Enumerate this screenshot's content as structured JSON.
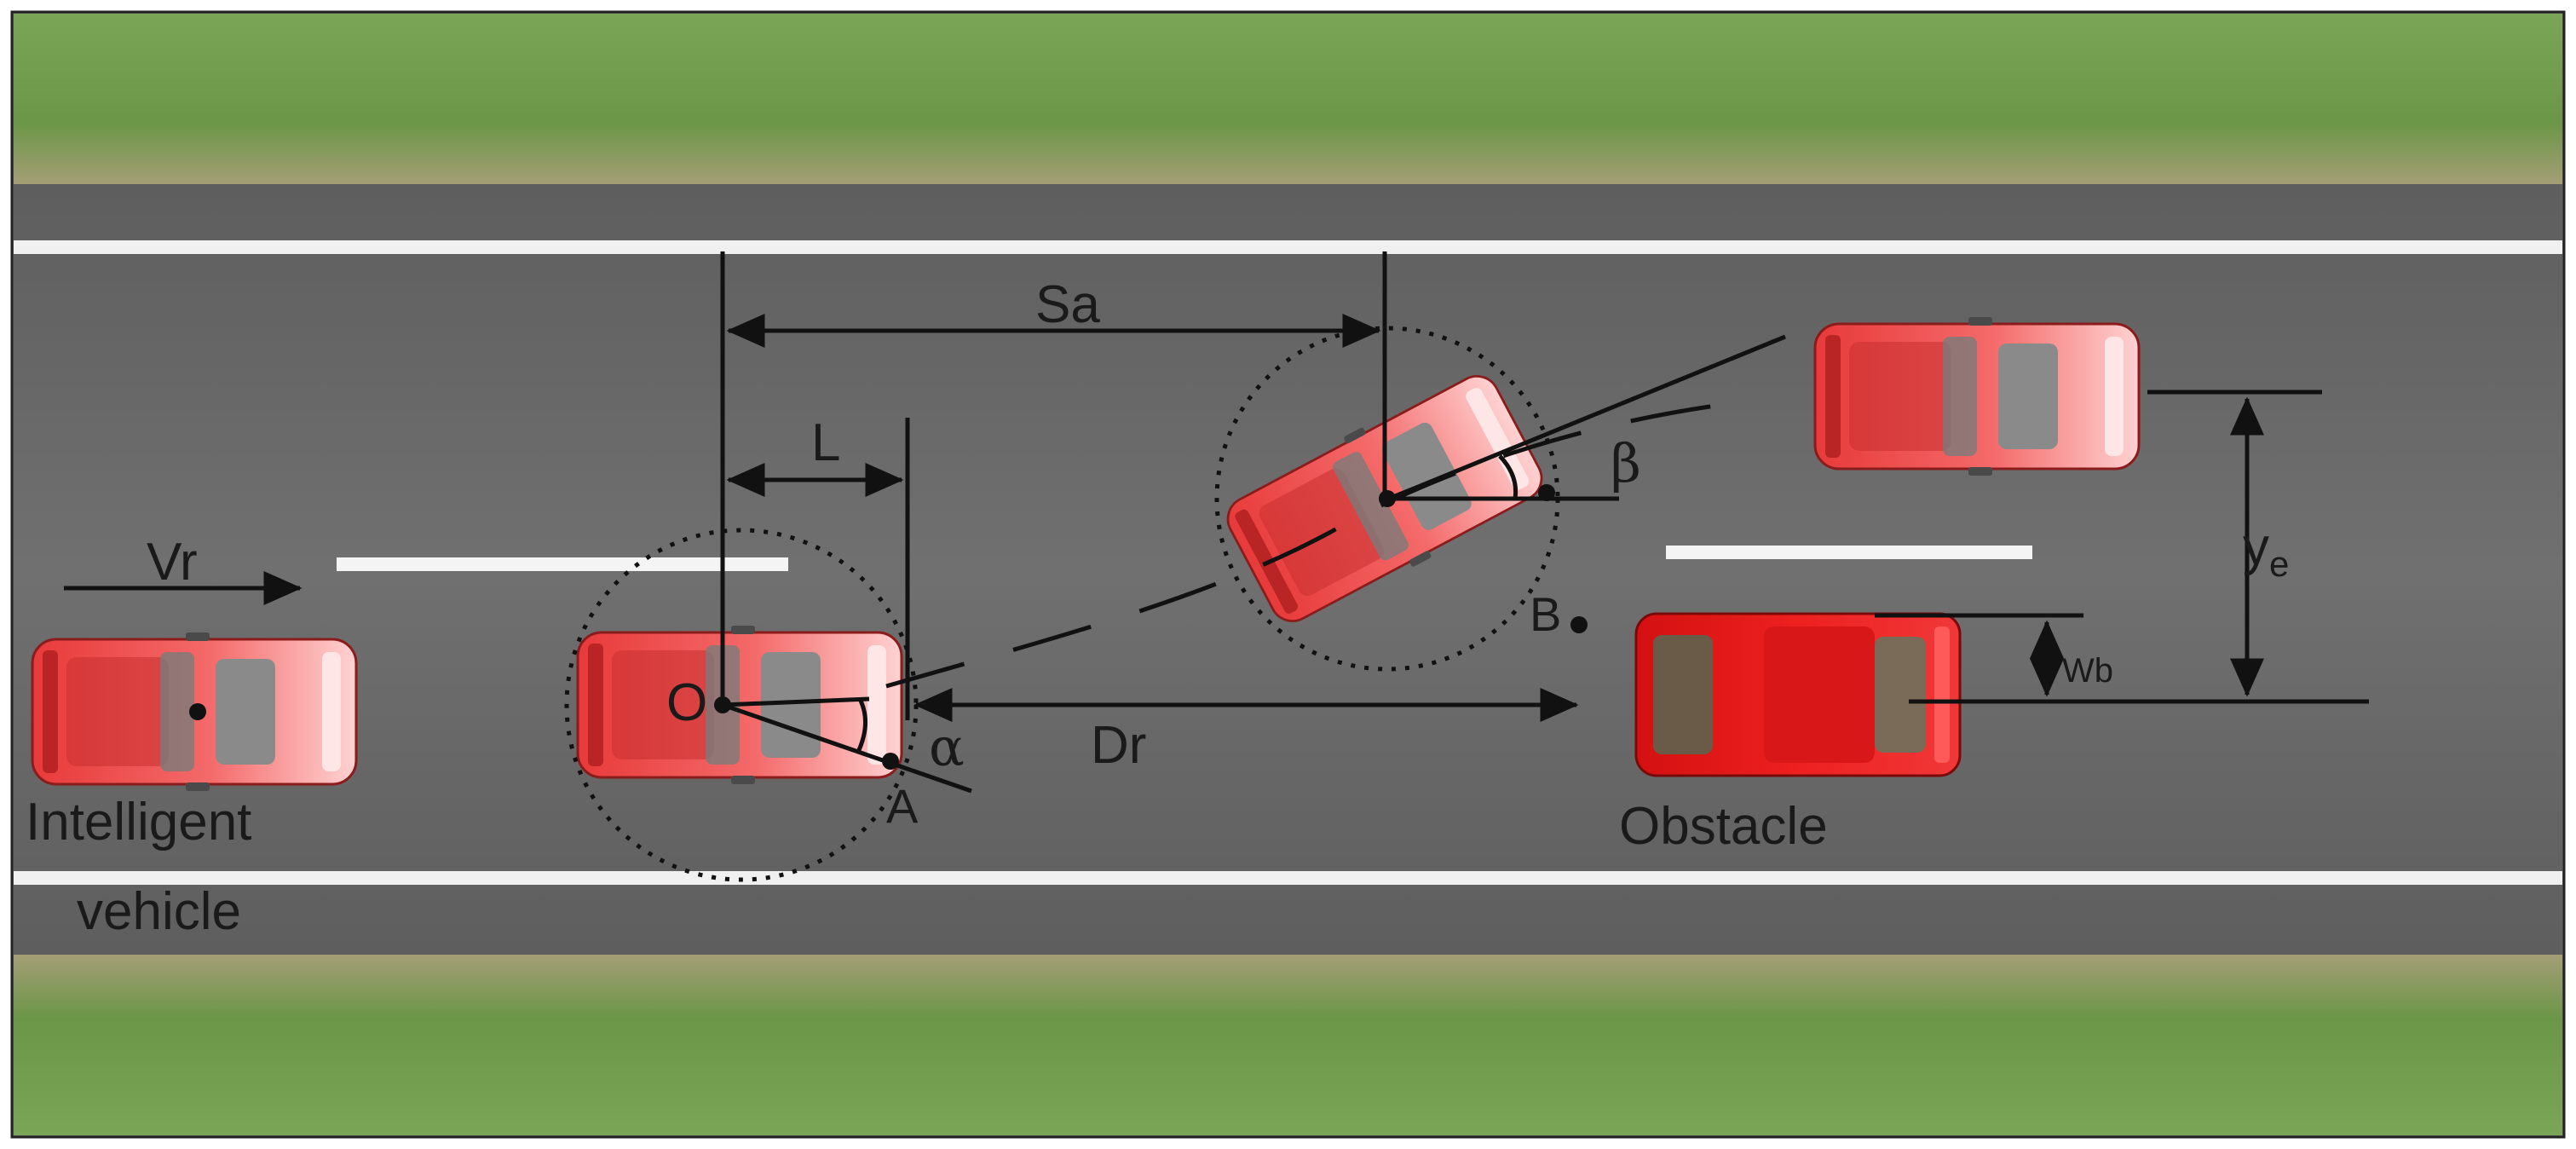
{
  "labels": {
    "vr": "Vr",
    "sa": "Sa",
    "l": "L",
    "o": "O",
    "a_point": "A",
    "alpha": "α",
    "dr": "Dr",
    "beta": "β",
    "b_point": "B",
    "wb": "Wb",
    "ye_main": "y",
    "ye_sub": "e",
    "intelligent_line1": "Intelligent",
    "intelligent_line2": "vehicle",
    "obstacle": "Obstacle"
  },
  "colors": {
    "grass": "#6f9a4a",
    "grass_dark": "#5d8a3e",
    "grass_edge": "#a8a57a",
    "road": "#6b6b6b",
    "road_light": "#7a7a7a",
    "lane_white": "#f2f2f2",
    "car_body": "#f04545",
    "car_light": "#ff9a9a",
    "obstacle_body": "#e81818",
    "glass": "#7d7d7d",
    "line": "#111111"
  },
  "icons": {
    "car": "car-top-view-icon",
    "arrow": "arrowhead-icon"
  }
}
